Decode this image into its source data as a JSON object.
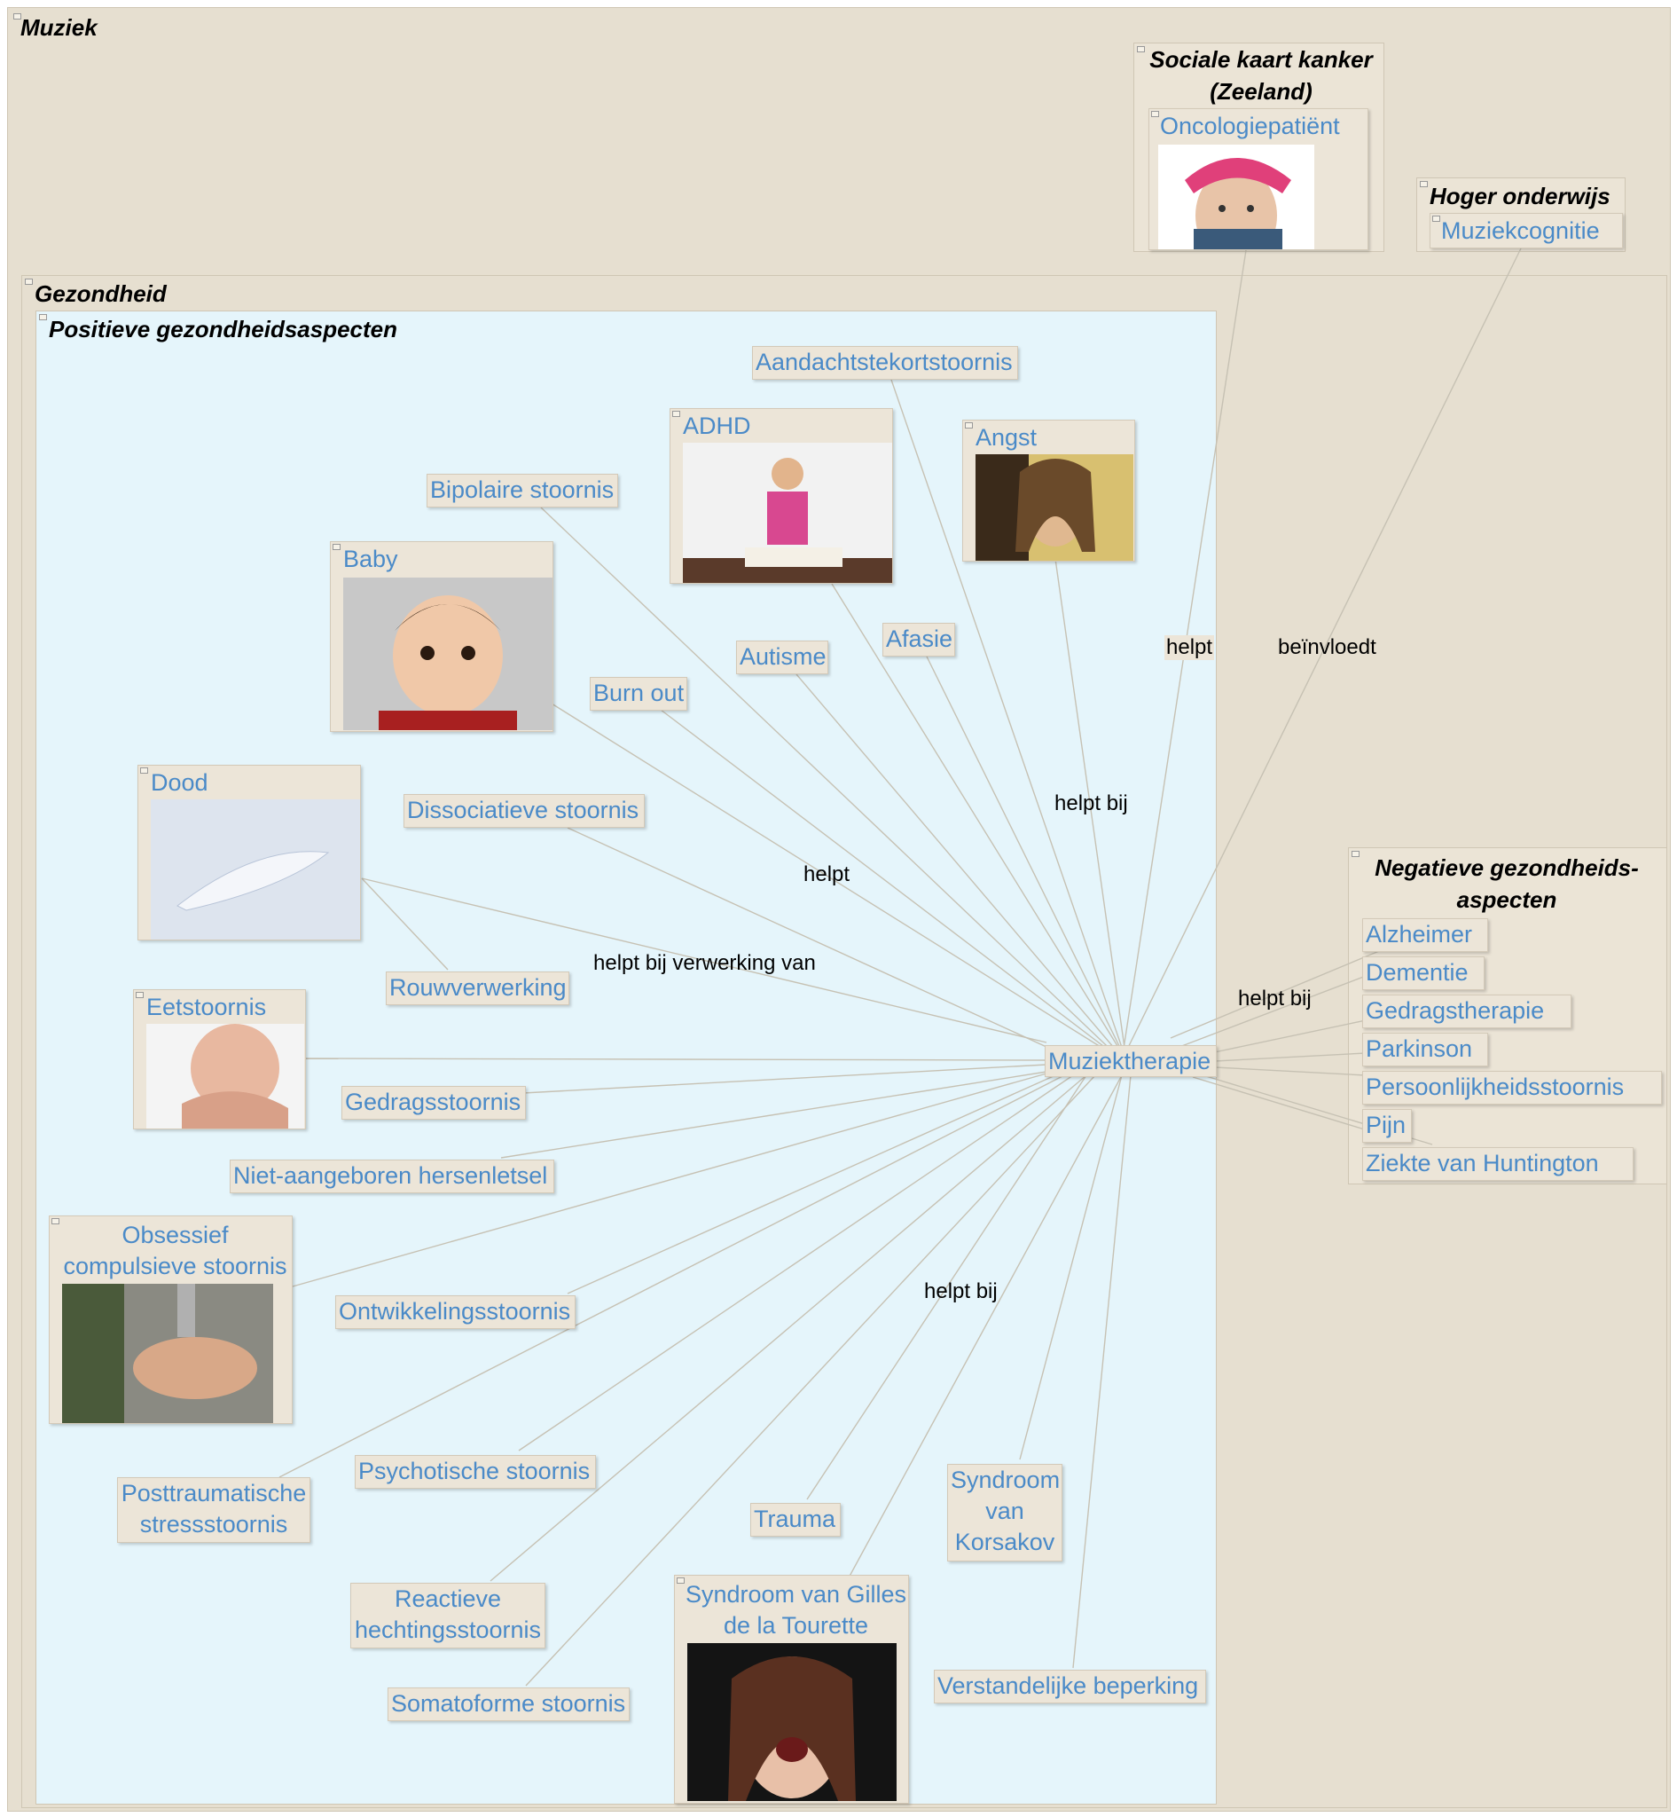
{
  "containers": {
    "muziek": "Muziek",
    "sociale_kaart": "Sociale kaart kanker (Zeeland)",
    "hoger_onderwijs": "Hoger onderwijs",
    "gezondheid": "Gezondheid",
    "positieve": "Positieve gezondheidsaspecten",
    "negatieve": "Negatieve gezondheids- aspecten"
  },
  "nodes": {
    "oncologiepatient": "Oncologiepatiënt",
    "muziekcognitie": "Muziekcognitie",
    "aandachtstekortstoornis": "Aandachtstekortstoornis",
    "adhd": "ADHD",
    "angst": "Angst",
    "bipolaire": "Bipolaire stoornis",
    "baby": "Baby",
    "afasie": "Afasie",
    "autisme": "Autisme",
    "burnout": "Burn out",
    "dood": "Dood",
    "dissociatieve": "Dissociatieve stoornis",
    "rouwverwerking": "Rouwverwerking",
    "eetstoornis": "Eetstoornis",
    "gedragsstoornis": "Gedragsstoornis",
    "nah": "Niet-aangeboren hersenletsel",
    "ocd": "Obsessief compulsieve stoornis",
    "ontwikkelingsstoornis": "Ontwikkelingsstoornis",
    "ptss": "Posttraumatische stressstoornis",
    "psychotische": "Psychotische stoornis",
    "trauma": "Trauma",
    "korsakov": "Syndroom van Korsakov",
    "reactieve": "Reactieve hechtingsstoornis",
    "tourette": "Syndroom van Gilles de la Tourette",
    "somatoforme": "Somatoforme stoornis",
    "verstandelijke": "Verstandelijke beperking",
    "muziektherapie": "Muziektherapie",
    "alzheimer": "Alzheimer",
    "dementie": "Dementie",
    "gedragstherapie": "Gedragstherapie",
    "parkinson": "Parkinson",
    "persoonlijkheid": "Persoonlijkheidsstoornis",
    "pijn": "Pijn",
    "huntington": "Ziekte van Huntington"
  },
  "edge_labels": {
    "helpt_top": "helpt",
    "beinvloedt": "beïnvloedt",
    "helpt_bij_top": "helpt bij",
    "helpt_mid": "helpt",
    "helpt_bij_verwerking": "helpt bij verwerking van",
    "helpt_bij_right": "helpt bij",
    "helpt_bij_bottom": "helpt bij"
  },
  "colors": {
    "container_bg": "#e6dfd0",
    "positive_bg": "#e5f5fb",
    "node_bg": "#ece5d8",
    "node_text": "#4a8ac8",
    "edge": "#c6c1b3"
  }
}
